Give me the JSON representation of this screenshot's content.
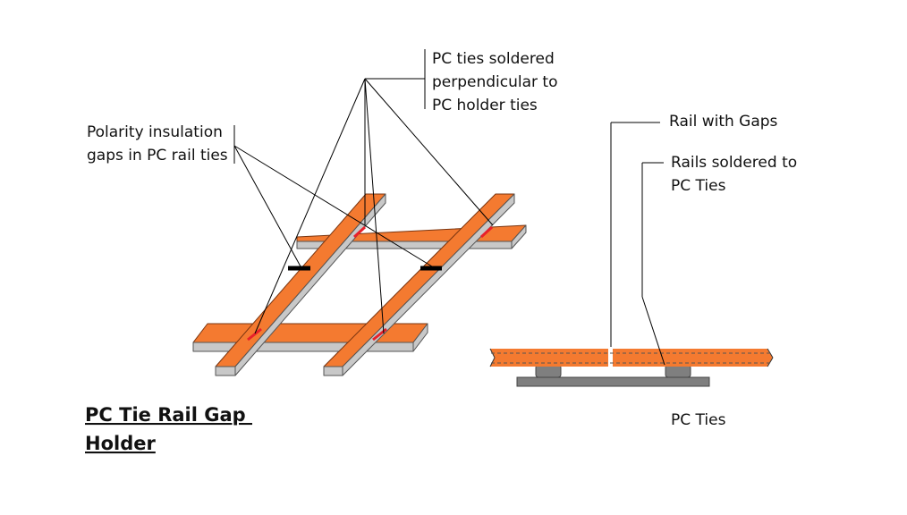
{
  "title": {
    "line1": "PC Tie Rail Gap ",
    "line2": "Holder"
  },
  "labels": {
    "pc_ties_soldered": [
      "PC ties soldered",
      "perpendicular to",
      "PC holder ties"
    ],
    "polarity_gaps": [
      "Polarity insulation",
      "gaps in PC rail ties"
    ],
    "rail_with_gaps": "Rail with Gaps",
    "rails_soldered": [
      "Rails soldered to",
      "PC Ties"
    ],
    "pc_ties": "PC Ties"
  },
  "colors": {
    "copper": "#f47a30",
    "copper_edge": "#7a3510",
    "tie_side": "#c8c8c8",
    "gray_tie": "#7f7f7f",
    "gap_red": "#e8202a",
    "insulation_black": "#000000",
    "leader": "#000000"
  }
}
